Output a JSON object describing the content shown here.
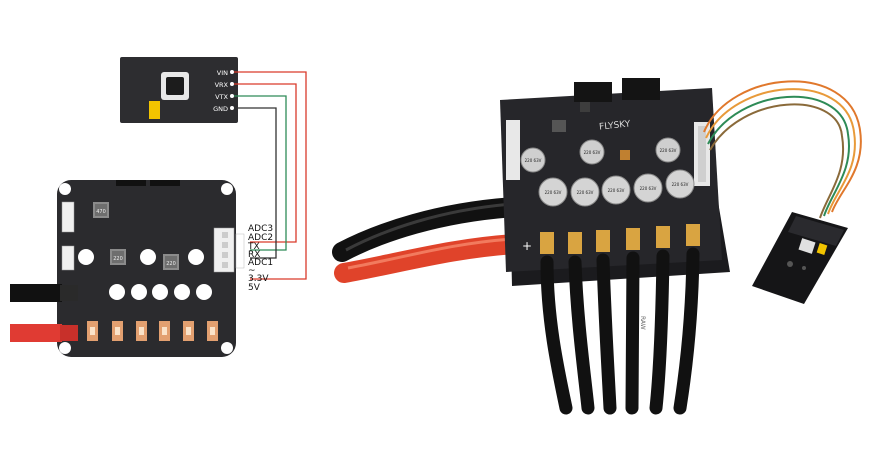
{
  "module": {
    "pins": [
      "VIN",
      "VRX",
      "VTX",
      "GND"
    ]
  },
  "board": {
    "header_labels": [
      "ADC3",
      "ADC2",
      "TX",
      "RX",
      "ADC1",
      "~",
      "3.3V",
      "5V"
    ],
    "components": [
      "470",
      "220",
      "220"
    ]
  },
  "photo": {
    "silkscreen_brand": "FLYSKY",
    "capacitor_labels": [
      "220 63V",
      "220 63V",
      "220 63V",
      "220 63V",
      "220 63V",
      "220 63V",
      "220 63V",
      "220 63V"
    ],
    "plus_sign": "+",
    "cable_print": "RAW"
  },
  "colors": {
    "wire_red": "#d93a2b",
    "wire_green": "#2e8b57",
    "wire_black": "#333333",
    "wire_orange": "#e0782c",
    "board_dark": "#2b2b2e",
    "pad_copper": "#e3a070"
  }
}
